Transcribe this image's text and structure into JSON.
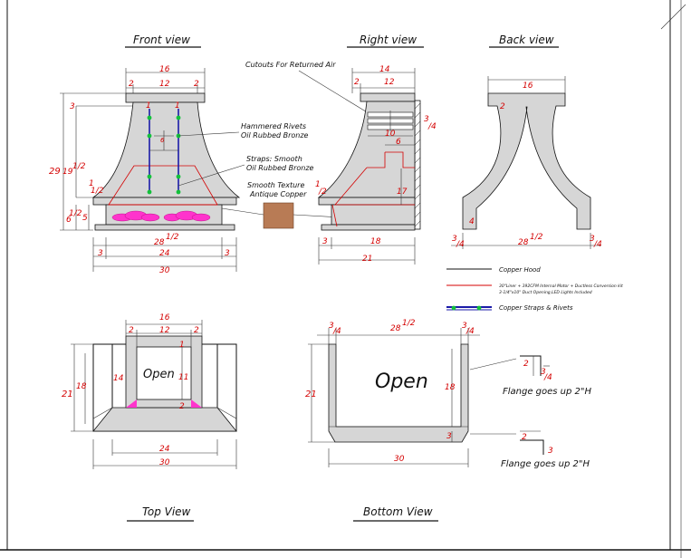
{
  "views": {
    "front": "Front view",
    "right": "Right view",
    "back": "Back view",
    "top": "Top View",
    "bottom": "Bottom View"
  },
  "callouts": {
    "cutouts": "Cutouts For Returned Air",
    "rivets_1": "Hammered Rivets",
    "rivets_2": "Oil Rubbed Bronze",
    "straps_1": "Straps: Smooth",
    "straps_2": "Oil Rubbed Bronze",
    "texture_1": "Smooth Texture",
    "texture_2": "Antique Copper"
  },
  "legend": {
    "copper_hood": "Copper Hood",
    "liner_1": "30\"Liner + 392CFM Internal Motor + Ductless Conversion kit",
    "liner_2": "3-1/4\"x10\" Duct Opening,LED Lights Included",
    "straps": "Copper Straps & Rivets"
  },
  "labels": {
    "open_top": "Open",
    "open_bottom": "Open",
    "flange_1": "Flange goes up 2\"H",
    "flange_2": "Flange goes up 2\"H"
  },
  "dims": {
    "f16": "16",
    "f2a": "2",
    "f12": "12",
    "f2b": "2",
    "f3": "3",
    "f1a": "1",
    "f1b": "1",
    "f6": "6",
    "f29": "29",
    "f19": "19",
    "fhalf19": "1/2",
    "f1c": "1",
    "fhalf2": "1/2",
    "f6b": "6",
    "fhalf6": "1/2",
    "f5": "5",
    "f28": "28",
    "fhalf28": "1/2",
    "f3b": "3",
    "f24": "24",
    "f3c": "3",
    "f30": "30",
    "r14": "14",
    "r2": "2",
    "r12": "12",
    "r3": "3",
    "r34": "/4",
    "r10": "10",
    "r6": "6",
    "r1": "1",
    "rhalf": "/2",
    "r17": "17",
    "r3b": "3",
    "r18": "18",
    "r21": "21",
    "b16": "16",
    "b2": "2",
    "b4": "4",
    "b3a": "3",
    "b34a": "/4",
    "b28": "28",
    "bhalf": "1/2",
    "b3b": "3",
    "b34b": "/4",
    "t16": "16",
    "t2a": "2",
    "t12": "12",
    "t2b": "2",
    "t1": "1",
    "t14": "14",
    "t11": "11",
    "t2c": "2",
    "t21": "21",
    "t18": "18",
    "t24": "24",
    "t30": "30",
    "m3a": "3",
    "m34a": "/4",
    "m28": "28",
    "mhalf": "1/2",
    "m3b": "3",
    "m34b": "/4",
    "m21": "21",
    "m18": "18",
    "m3c": "3",
    "m30": "30",
    "g2": "2",
    "g3": "3",
    "g34": "/4",
    "g2b": "2",
    "g3b": "3"
  }
}
